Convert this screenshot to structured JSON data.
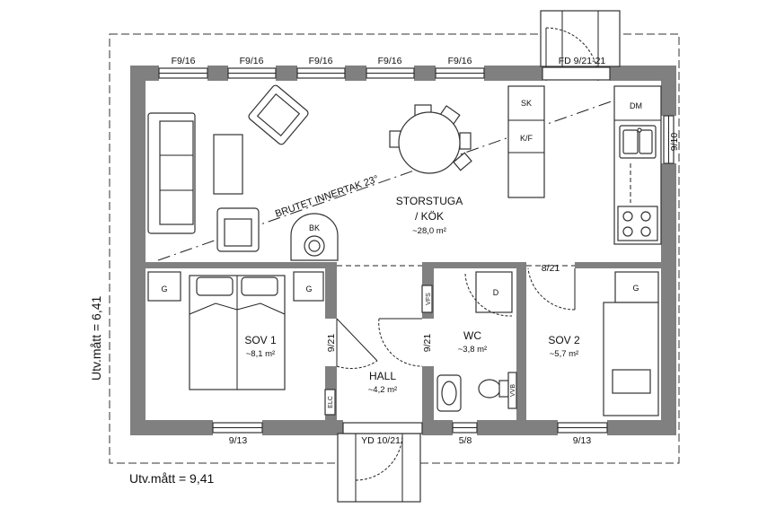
{
  "rooms": {
    "storstuga_name": "STORSTUGA",
    "storstuga_name2": "/ KÖK",
    "storstuga_area": "~28,0 m²",
    "sov1_name": "SOV 1",
    "sov1_area": "~8,1 m²",
    "hall_name": "HALL",
    "hall_area": "~4,2 m²",
    "wc_name": "WC",
    "wc_area": "~3,8 m²",
    "sov2_name": "SOV 2",
    "sov2_area": "~5,7 m²"
  },
  "windows": {
    "w1": "F9/16",
    "w2": "F9/16",
    "w3": "F9/16",
    "w4": "F9/16",
    "w5": "F9/16",
    "fd": "FD 9/21-21",
    "east": "9/10",
    "sov1_bottom": "9/13",
    "wc_bottom": "5/8",
    "sov2_bottom": "9/13",
    "yd": "YD 10/21"
  },
  "doors": {
    "hall_sov1": "9/21",
    "hall_wc": "9/21",
    "sov2": "8/21"
  },
  "symbols": {
    "sk": "SK",
    "kf": "K/F",
    "dm": "DM",
    "bk": "BK",
    "g1": "G",
    "g2": "G",
    "g3": "G",
    "d": "D",
    "vfs": "VFS",
    "elc": "ELC",
    "vvb": "VVB"
  },
  "ceiling_note": "BRUTET INNERTAK 23°",
  "dimensions": {
    "width": "Utv.mått = 9,41",
    "height": "Utv.mått = 6,41"
  }
}
